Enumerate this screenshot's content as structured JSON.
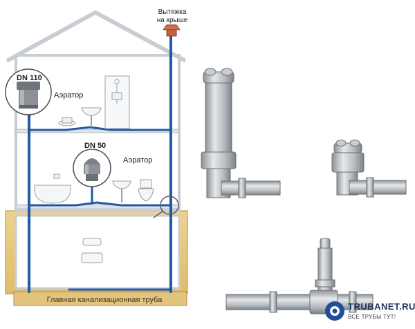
{
  "labels": {
    "roof_vent_line1": "Вытяжка",
    "roof_vent_line2": "на крыше",
    "dn110": "DN 110",
    "aerator_upper": "Аэратор",
    "dn50": "DN 50",
    "aerator_lower": "Аэратор",
    "main_pipe": "Главная канализационная труба"
  },
  "watermark": {
    "brand": "TRUBANET.RU",
    "slogan": "ВСЕ ТРУБЫ ТУТ!"
  },
  "colors": {
    "pipe": "#1f5aa6",
    "house_outline": "#9aa3ab",
    "ground": "#e8c77f",
    "fitting_grey": "#b9bec3",
    "roof_cap": "#c8623e"
  }
}
